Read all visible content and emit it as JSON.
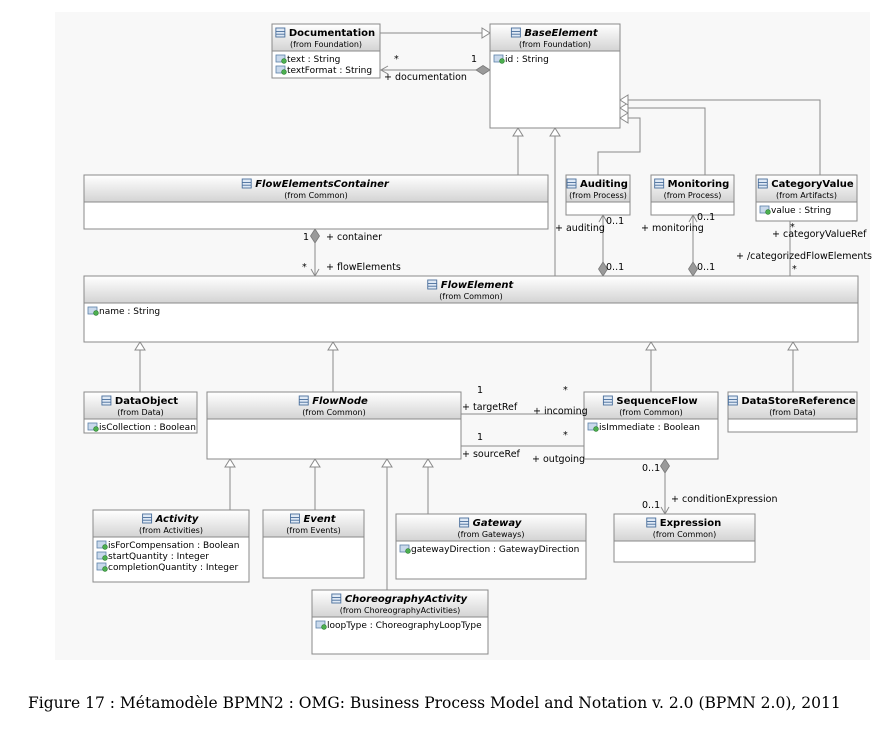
{
  "diagram": {
    "classes": {
      "documentation": {
        "name": "Documentation",
        "from": "(from Foundation)",
        "attrs": [
          "text : String",
          "textFormat : String"
        ]
      },
      "base_element": {
        "name": "BaseElement",
        "from": "(from Foundation)",
        "attrs": [
          "id : String"
        ]
      },
      "flow_elements_container": {
        "name": "FlowElementsContainer",
        "from": "(from Common)",
        "attrs": []
      },
      "auditing": {
        "name": "Auditing",
        "from": "(from Process)",
        "attrs": []
      },
      "monitoring": {
        "name": "Monitoring",
        "from": "(from Process)",
        "attrs": []
      },
      "category_value": {
        "name": "CategoryValue",
        "from": "(from Artifacts)",
        "attrs": [
          "value : String"
        ]
      },
      "flow_element": {
        "name": "FlowElement",
        "from": "(from Common)",
        "attrs": [
          "name : String"
        ]
      },
      "data_object": {
        "name": "DataObject",
        "from": "(from Data)",
        "attrs": [
          "isCollection : Boolean"
        ]
      },
      "flow_node": {
        "name": "FlowNode",
        "from": "(from Common)",
        "attrs": []
      },
      "sequence_flow": {
        "name": "SequenceFlow",
        "from": "(from Common)",
        "attrs": [
          "isImmediate : Boolean"
        ]
      },
      "data_store_reference": {
        "name": "DataStoreReference",
        "from": "(from Data)",
        "attrs": []
      },
      "expression": {
        "name": "Expression",
        "from": "(from Common)",
        "attrs": []
      },
      "activity": {
        "name": "Activity",
        "from": "(from Activities)",
        "attrs": [
          "isForCompensation : Boolean",
          "startQuantity : Integer",
          "completionQuantity : Integer"
        ]
      },
      "event": {
        "name": "Event",
        "from": "(from Events)",
        "attrs": []
      },
      "gateway": {
        "name": "Gateway",
        "from": "(from Gateways)",
        "attrs": [
          "gatewayDirection : GatewayDirection"
        ]
      },
      "choreography_activity": {
        "name": "ChoreographyActivity",
        "from": "(from ChoreographyActivities)",
        "attrs": [
          "loopType : ChoreographyLoopType"
        ]
      }
    },
    "labels": {
      "doc_star": "*",
      "doc_one": "1",
      "documentation": "+ documentation",
      "container_one": "1",
      "container": "+ container",
      "flow_elements_star": "*",
      "flow_elements": "+ flowElements",
      "auditing_role": "+ auditing",
      "auditing_top": "0..1",
      "auditing_bottom": "0..1",
      "monitoring_role": "+ monitoring",
      "monitoring_top": "0..1",
      "monitoring_bottom": "0..1",
      "cat_star_top": "*",
      "category_value_ref": "+ categoryValueRef",
      "categorized_flow_elements": "+ /categorizedFlowElements",
      "cat_star_bottom": "*",
      "target_one": "1",
      "target_star": "*",
      "target_ref": "+ targetRef",
      "incoming": "+ incoming",
      "source_one": "1",
      "source_star": "*",
      "source_ref": "+ sourceRef",
      "outgoing": "+ outgoing",
      "cond_top": "0..1",
      "cond_bottom": "0..1",
      "condition_expression": "+ conditionExpression"
    }
  },
  "caption": "Figure 17 : Métamodèle BPMN2 : OMG: Business Process Model and Notation v. 2.0 (BPMN 2.0), 2011"
}
